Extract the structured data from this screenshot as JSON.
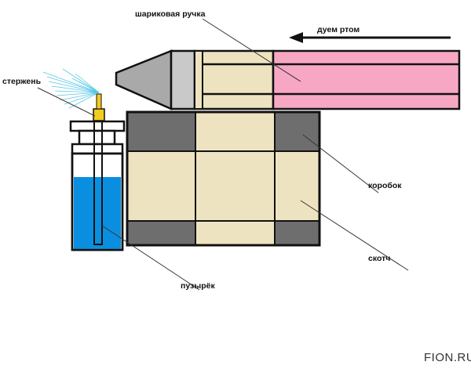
{
  "labels": {
    "pen": "шариковая ручка",
    "blow": "дуем ртом",
    "rod": "стержень",
    "box": "коробок",
    "tape": "скотч",
    "bubble": "пузырёк"
  },
  "watermark": "FION.RU",
  "colors": {
    "box": "#eee3c0",
    "tape": "#6e6e6e",
    "pen_body": "#eee3c0",
    "pen_tube": "#f7a7c4",
    "pen_tip": "#c9c9c9",
    "liquid": "#0a8fe0",
    "spray": "#59c7e6",
    "rod_tip": "#f2cc1f"
  }
}
